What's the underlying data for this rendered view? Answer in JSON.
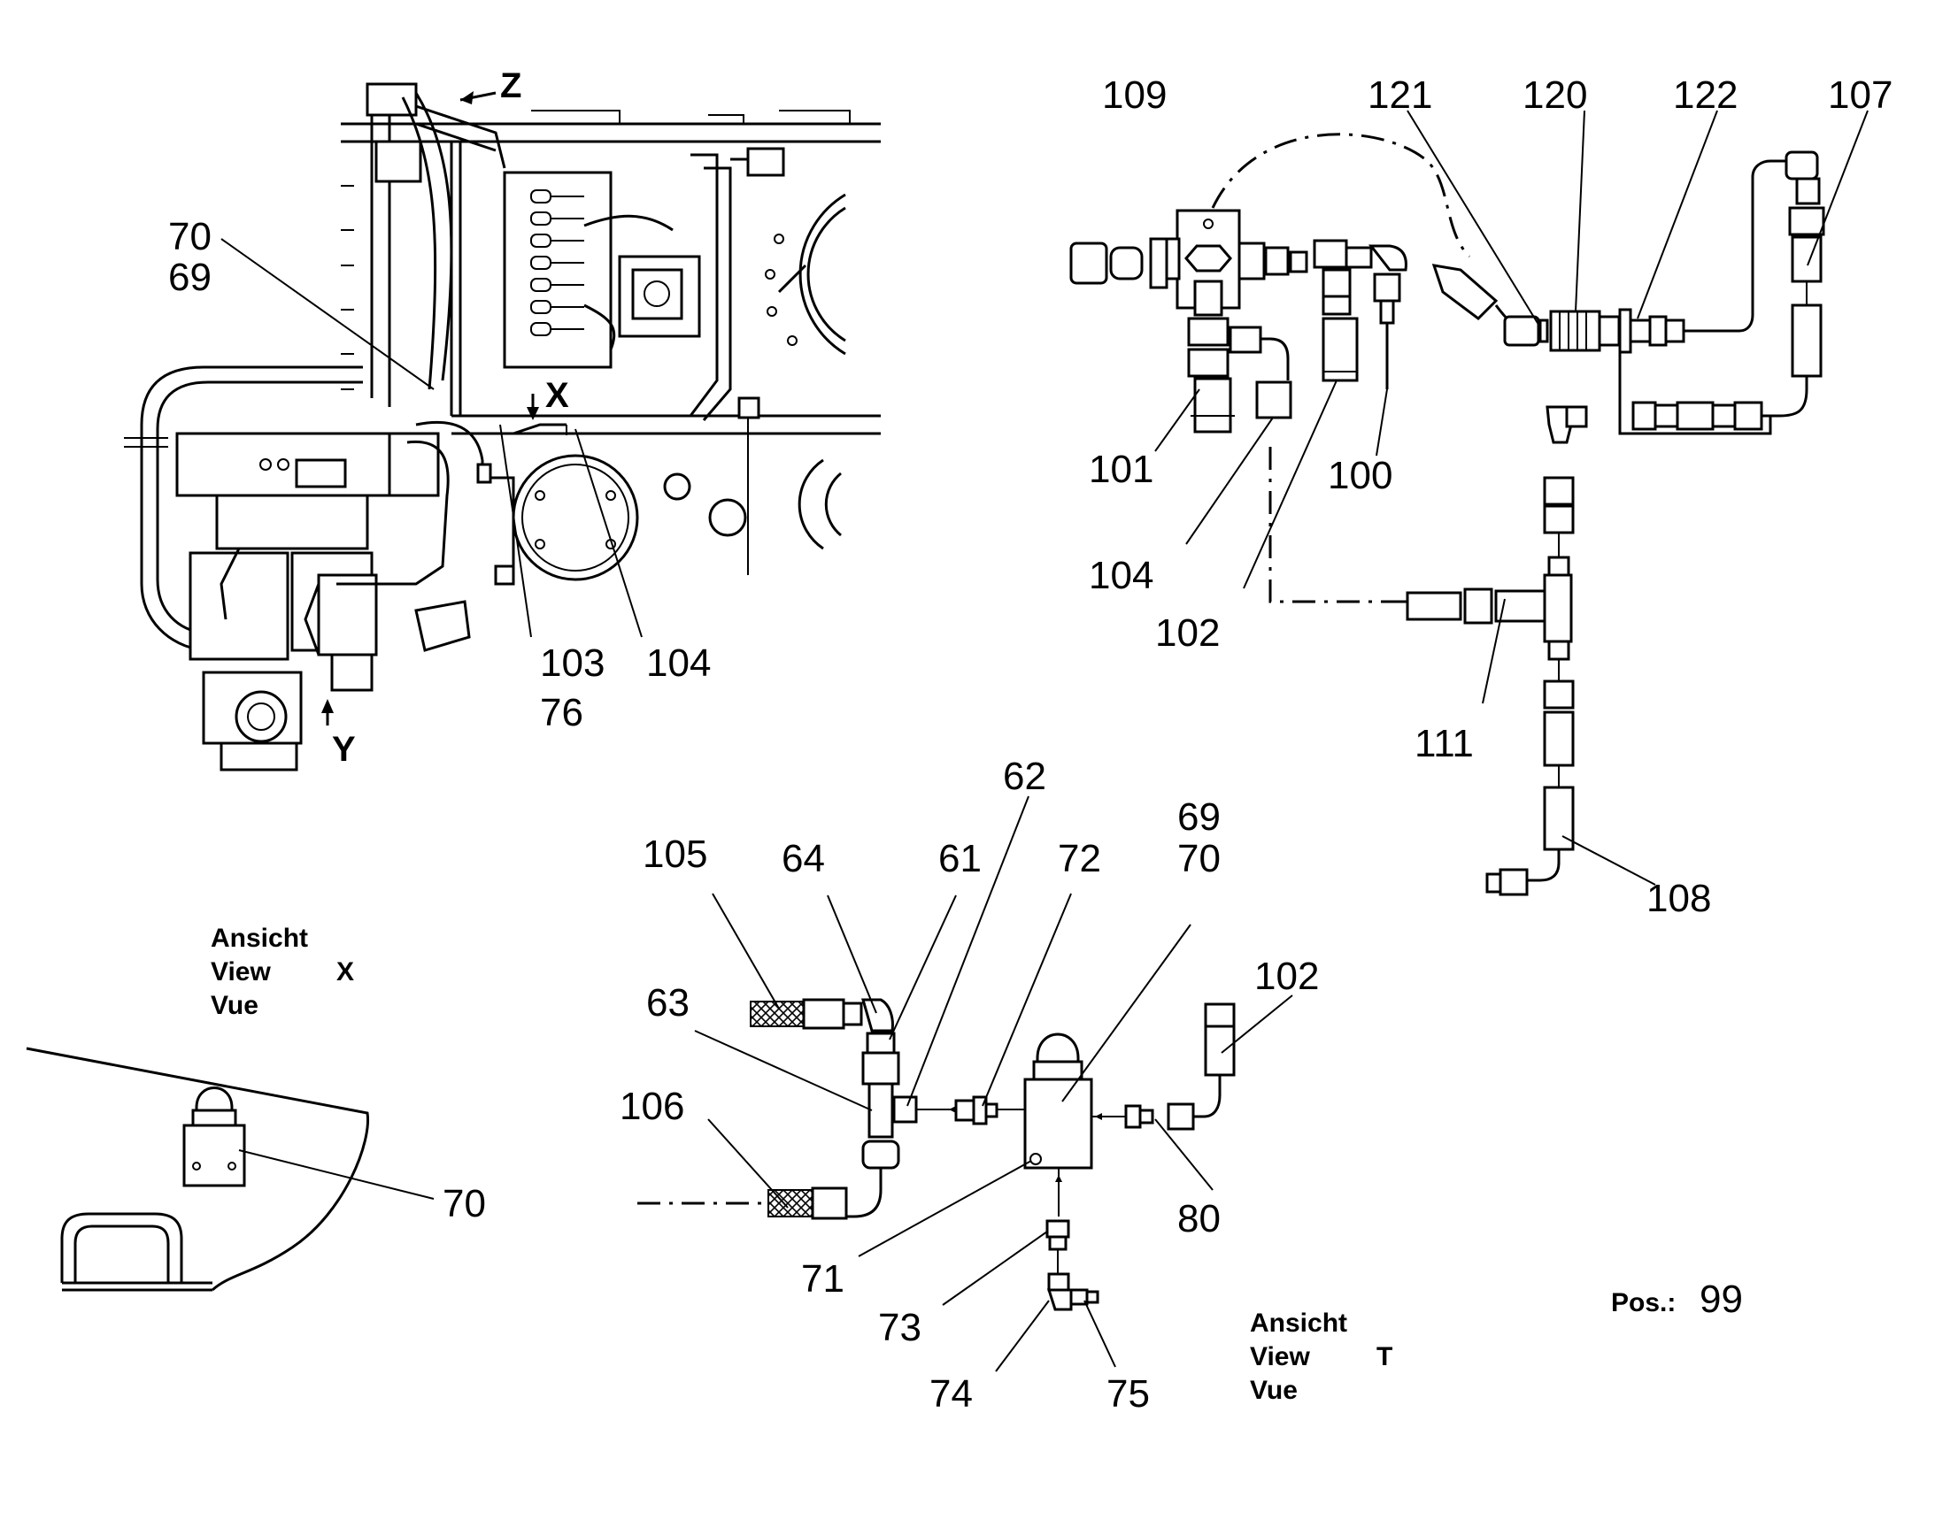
{
  "callouts": [
    {
      "id": "c-109",
      "text": "109"
    },
    {
      "id": "c-121",
      "text": "121"
    },
    {
      "id": "c-120",
      "text": "120"
    },
    {
      "id": "c-122",
      "text": "122"
    },
    {
      "id": "c-107",
      "text": "107"
    },
    {
      "id": "c-70a",
      "text": "70"
    },
    {
      "id": "c-69a",
      "text": "69"
    },
    {
      "id": "c-101",
      "text": "101"
    },
    {
      "id": "c-100",
      "text": "100"
    },
    {
      "id": "c-103",
      "text": "103"
    },
    {
      "id": "c-104a",
      "text": "104"
    },
    {
      "id": "c-76",
      "text": "76"
    },
    {
      "id": "c-104b",
      "text": "104"
    },
    {
      "id": "c-102a",
      "text": "102"
    },
    {
      "id": "c-111",
      "text": "111"
    },
    {
      "id": "c-62",
      "text": "62"
    },
    {
      "id": "c-69b",
      "text": "69"
    },
    {
      "id": "c-70b",
      "text": "70"
    },
    {
      "id": "c-105",
      "text": "105"
    },
    {
      "id": "c-64",
      "text": "64"
    },
    {
      "id": "c-61",
      "text": "61"
    },
    {
      "id": "c-72",
      "text": "72"
    },
    {
      "id": "c-108",
      "text": "108"
    },
    {
      "id": "c-102b",
      "text": "102"
    },
    {
      "id": "c-63",
      "text": "63"
    },
    {
      "id": "c-106",
      "text": "106"
    },
    {
      "id": "c-70c",
      "text": "70"
    },
    {
      "id": "c-80",
      "text": "80"
    },
    {
      "id": "c-71",
      "text": "71"
    },
    {
      "id": "c-73",
      "text": "73"
    },
    {
      "id": "c-74",
      "text": "74"
    },
    {
      "id": "c-75",
      "text": "75"
    }
  ],
  "directions": {
    "z": "Z",
    "x": "X",
    "y": "Y"
  },
  "view_x": {
    "line1": "Ansicht",
    "line2": "View",
    "line3": "Vue",
    "letter": "X"
  },
  "view_t": {
    "line1": "Ansicht",
    "line2": "View",
    "line3": "Vue",
    "letter": "T"
  },
  "position": {
    "label": "Pos.:",
    "value": "99"
  }
}
